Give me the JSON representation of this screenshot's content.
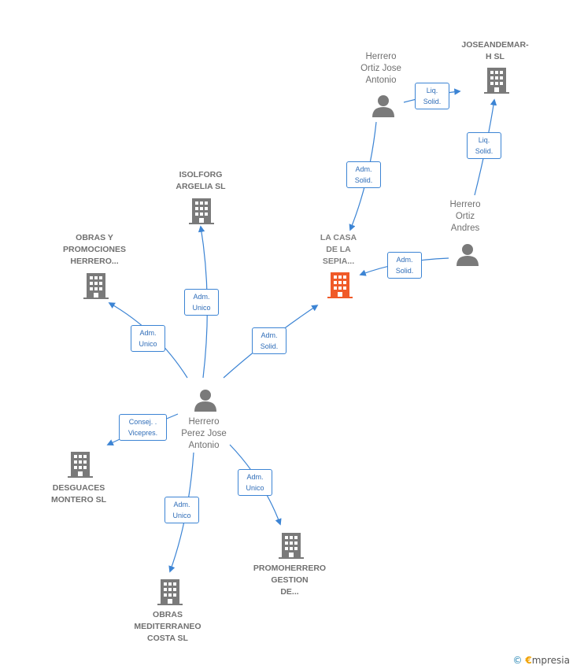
{
  "companies": {
    "joseandemar": "JOSEANDEMAR-\nH SL",
    "isolforg": "ISOLFORG\nARGELIA SL",
    "obras_promociones": "OBRAS Y\nPROMOCIONES\nHERRERO...",
    "la_casa": "LA CASA\nDE LA\nSEPIA...",
    "desguaces": "DESGUACES\nMONTERO SL",
    "promoherrero": "PROMOHERRERO\nGESTION\nDE...",
    "obras_mediterraneo": "OBRAS\nMEDITERRANEO\nCOSTA SL"
  },
  "persons": {
    "herrero_ortiz_jose": "Herrero\nOrtiz Jose\nAntonio",
    "herrero_ortiz_andres": "Herrero\nOrtiz\nAndres",
    "herrero_perez": "Herrero\nPerez Jose\nAntonio"
  },
  "roles": {
    "liq_solid_1": "Liq.\nSolid.",
    "liq_solid_2": "Liq.\nSolid.",
    "adm_solid_jose": "Adm.\nSolid.",
    "adm_solid_andres": "Adm.\nSolid.",
    "adm_unico_isolforg": "Adm.\nUnico",
    "adm_unico_obras": "Adm.\nUnico",
    "adm_solid_casa": "Adm.\nSolid.",
    "consej_vicepres": "Consej. .\nVicepres.",
    "adm_unico_promo": "Adm.\nUnico",
    "adm_unico_medit": "Adm.\nUnico"
  },
  "colors": {
    "edge": "#3c84d4",
    "node_gray": "#7a7a7a",
    "node_main": "#f05a28"
  },
  "brand": {
    "copyright": "©",
    "first": "€",
    "rest": "mpresia"
  }
}
